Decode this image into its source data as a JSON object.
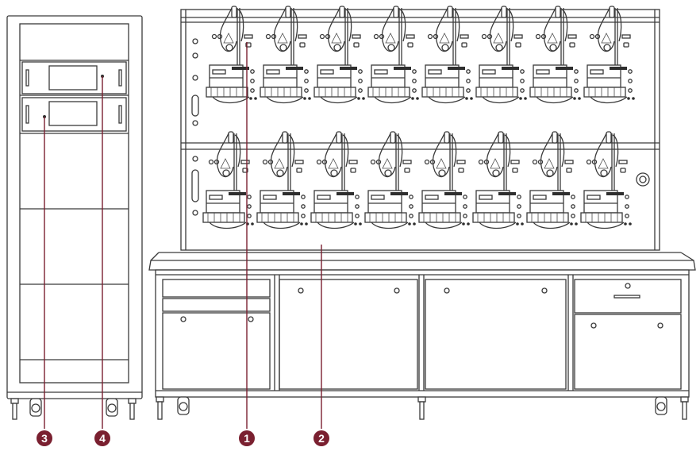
{
  "callouts": [
    {
      "id": "3",
      "label": "3",
      "color": "#7a2030"
    },
    {
      "id": "4",
      "label": "4",
      "color": "#7a2030"
    },
    {
      "id": "1",
      "label": "1",
      "color": "#7a2030"
    },
    {
      "id": "2",
      "label": "2",
      "color": "#7a2030"
    }
  ],
  "colors": {
    "line": "#3a3a3a",
    "accent": "#7a2030",
    "background": "#ffffff"
  },
  "bench": {
    "rows": 2,
    "stations_per_row": 8
  },
  "cabinet": {
    "display_panels": 2
  }
}
